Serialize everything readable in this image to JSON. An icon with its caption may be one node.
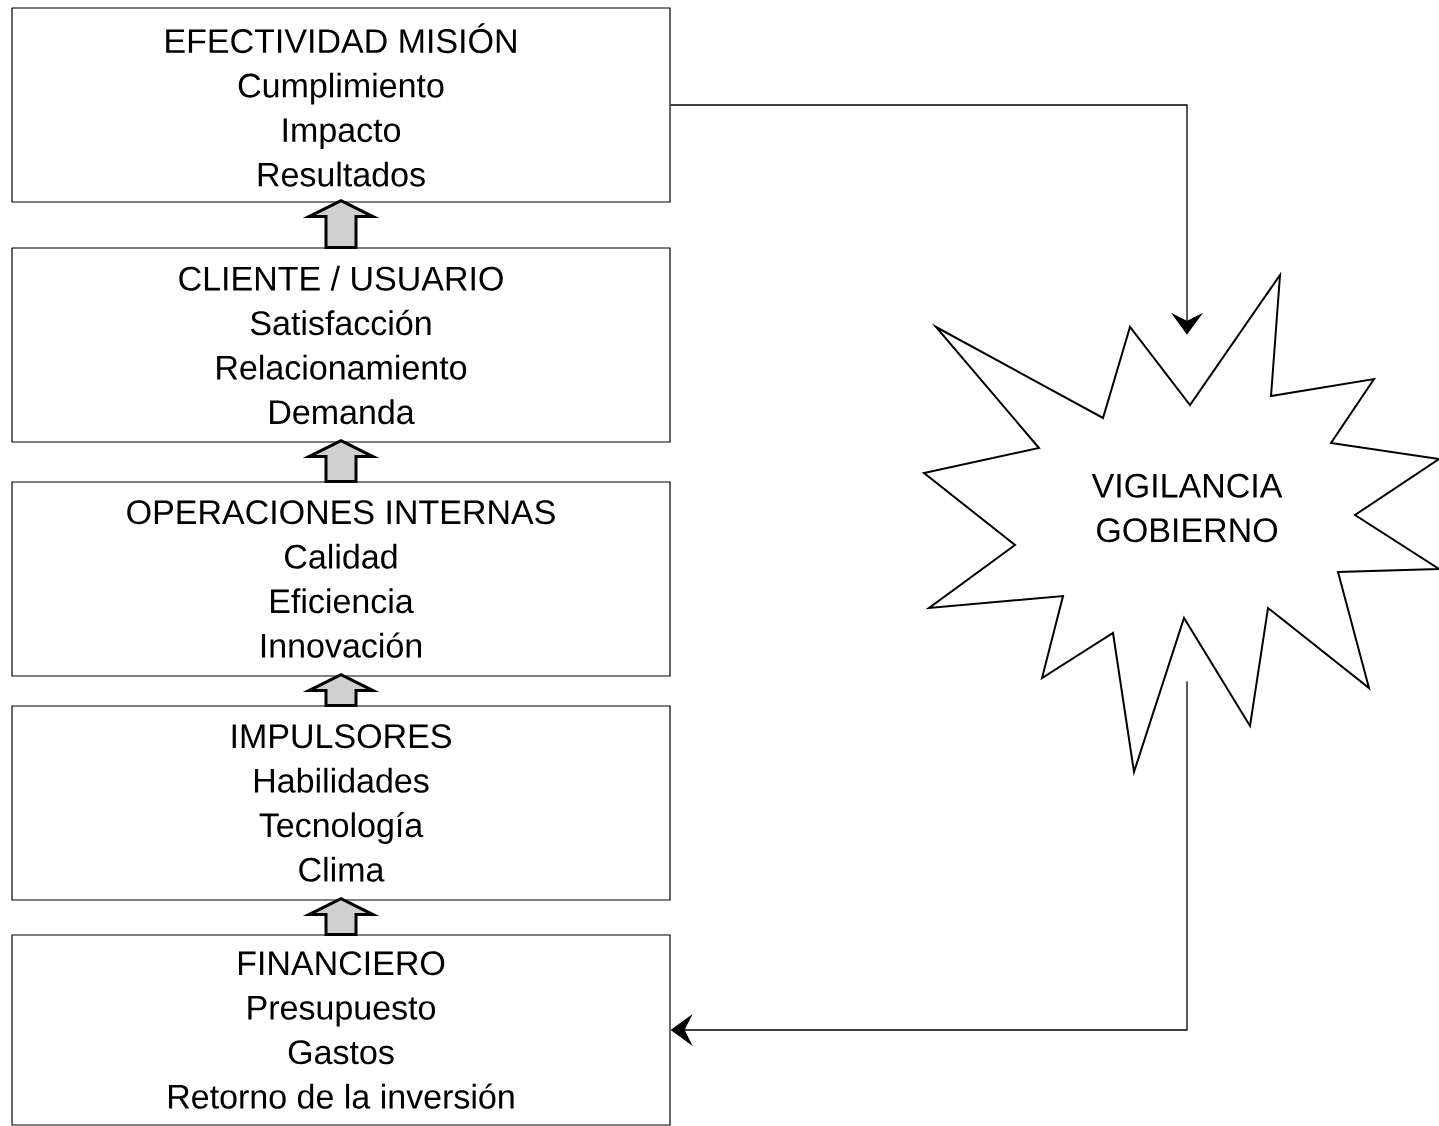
{
  "diagram": {
    "nodes": [
      {
        "text": [
          "EFECTIVIDAD MISIÓN",
          "Cumplimiento",
          "Impacto",
          "Resultados"
        ]
      },
      {
        "text": [
          "CLIENTE / USUARIO",
          "Satisfacción",
          "Relacionamiento",
          "Demanda"
        ]
      },
      {
        "text": [
          "OPERACIONES INTERNAS",
          "Calidad",
          "Eficiencia",
          "Innovación"
        ]
      },
      {
        "text": [
          "IMPULSORES",
          "Habilidades",
          "Tecnología",
          "Clima"
        ]
      },
      {
        "text": [
          "FINANCIERO",
          "Presupuesto",
          "Gastos",
          "Retorno de la inversión"
        ]
      },
      {
        "text": [
          "VIGILANCIA GOBIERNO"
        ]
      }
    ],
    "edges": [
      {
        "from": 4,
        "to": 3,
        "arrow": "to",
        "style": "thick"
      },
      {
        "from": 3,
        "to": 2,
        "arrow": "to",
        "style": "thick"
      },
      {
        "from": 2,
        "to": 1,
        "arrow": "to",
        "style": "thick"
      },
      {
        "from": 1,
        "to": 0,
        "arrow": "to",
        "style": "thick"
      },
      {
        "from": 0,
        "to": 5,
        "arrow": "to"
      },
      {
        "from": 5,
        "to": 4,
        "arrow": "to"
      }
    ]
  }
}
